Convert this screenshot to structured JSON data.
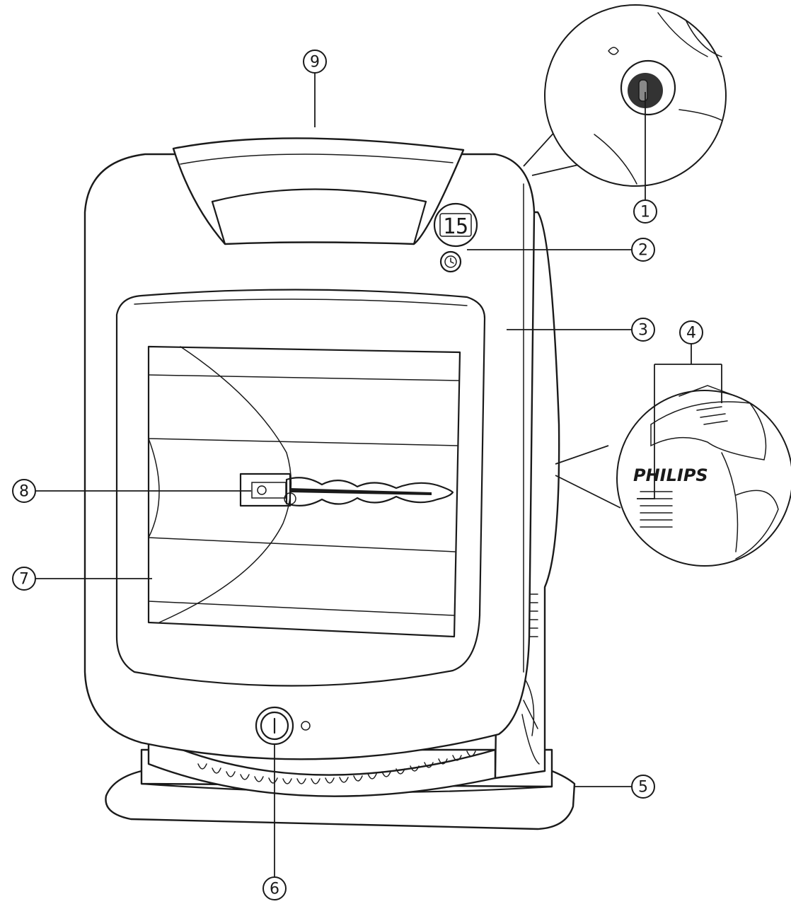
{
  "callouts": [
    {
      "id": "1",
      "label": "1"
    },
    {
      "id": "2",
      "label": "2"
    },
    {
      "id": "3",
      "label": "3"
    },
    {
      "id": "4",
      "label": "4"
    },
    {
      "id": "5",
      "label": "5"
    },
    {
      "id": "6",
      "label": "6"
    },
    {
      "id": "7",
      "label": "7"
    },
    {
      "id": "8",
      "label": "8"
    },
    {
      "id": "9",
      "label": "9"
    }
  ],
  "display": {
    "value": "15"
  },
  "detail_brand": {
    "text": "PHILIPS"
  },
  "colors": {
    "line": "#1a1a1a",
    "background": "#ffffff"
  }
}
